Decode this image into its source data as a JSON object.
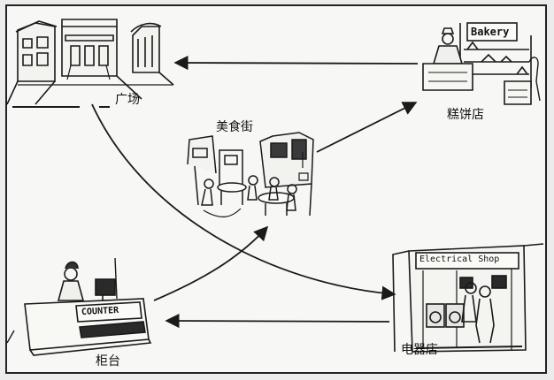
{
  "locations": {
    "plaza": {
      "label": "广场"
    },
    "bakery": {
      "label": "糕饼店",
      "sign": "Bakery"
    },
    "food_street": {
      "label": "美食街"
    },
    "counter": {
      "label": "柜台",
      "sign": "COUNTER"
    },
    "electrical_shop": {
      "label": "电器店",
      "sign": "Electrical Shop"
    }
  },
  "routes": [
    {
      "from": "bakery",
      "to": "plaza"
    },
    {
      "from": "plaza",
      "to": "electrical_shop"
    },
    {
      "from": "electrical_shop",
      "to": "counter"
    },
    {
      "from": "counter",
      "to": "food_street"
    },
    {
      "from": "food_street",
      "to": "bakery"
    }
  ],
  "colors": {
    "ink": "#1a1a1a",
    "paper": "#f7f7f5",
    "shade": "#9a9a9a"
  }
}
